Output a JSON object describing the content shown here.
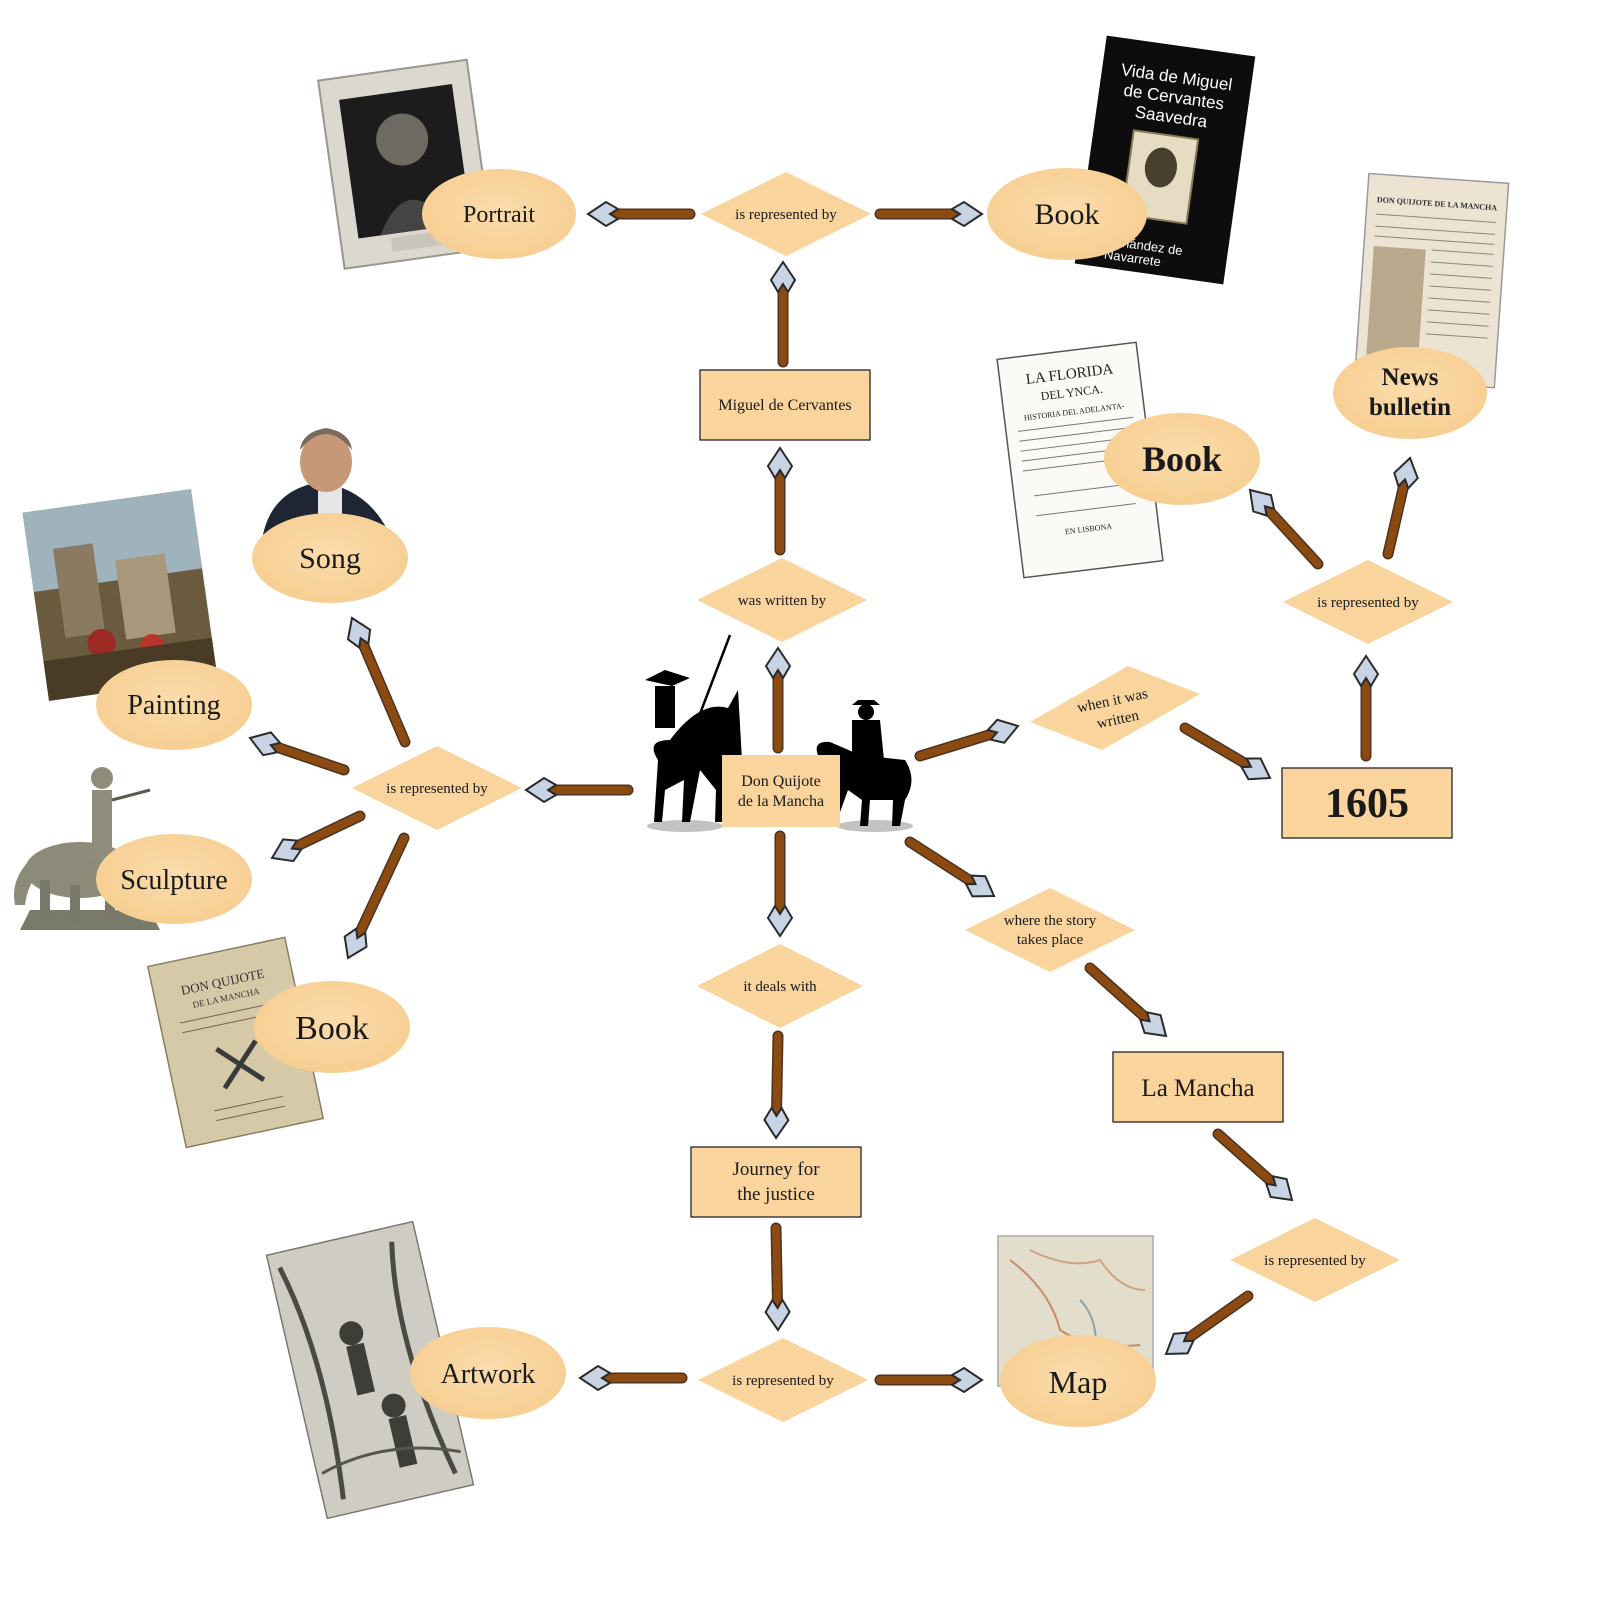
{
  "concepts": {
    "cervantes": "Miguel de Cervantes",
    "quijote_line1": "Don Quijote",
    "quijote_line2": "de la Mancha",
    "year": "1605",
    "la_mancha": "La Mancha",
    "journey_line1": "Journey for",
    "journey_line2": "the justice"
  },
  "links": {
    "top_represented": "is represented by",
    "written_by": "was written by",
    "when_line1": "when it was",
    "when_line2": "written",
    "year_represented": "is represented by",
    "left_represented": "is represented by",
    "deals_with": "it deals with",
    "where_line1": "where the story",
    "where_line2": "takes place",
    "mancha_represented": "is represented by",
    "bottom_represented": "is represented by"
  },
  "resources": {
    "portrait": "Portrait",
    "book_top": "Book",
    "news_line1": "News",
    "news_line2": "bulletin",
    "book_right": "Book",
    "song": "Song",
    "painting": "Painting",
    "sculpture": "Sculpture",
    "book_left": "Book",
    "artwork": "Artwork",
    "map": "Map"
  },
  "thumbnails": {
    "book_top_cover": {
      "title_line1": "Vida de Miguel",
      "title_line2": "de Cervantes",
      "title_line3": "Saavedra",
      "author_line1": "Fernández de",
      "author_line2": "Navarrete"
    },
    "florida_cover": {
      "line1": "LA FLORIDA",
      "line2": "DEL YNCA.",
      "line3": "HISTORIA DEL ADELANTA-",
      "line4": "EN LISBONA"
    },
    "news_header": "DON QUIJOTE DE LA MANCHA",
    "quijote_book_cover": {
      "line1": "DON QUIJOTE",
      "line2": "DE LA MANCHA"
    }
  },
  "colors": {
    "node_fill": "#f9d49c",
    "arrow_shaft": "#8a4a12",
    "arrow_head": "#c8d3e3"
  }
}
